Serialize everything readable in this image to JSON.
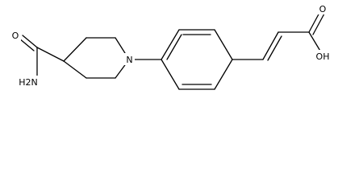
{
  "molecule": {
    "atoms": {
      "nitrogen": "N",
      "carbonyl_oxygen": "O",
      "amide_nitrogen": "H2N",
      "hydroxyl": "OH",
      "acid_oxygen": "O"
    }
  }
}
